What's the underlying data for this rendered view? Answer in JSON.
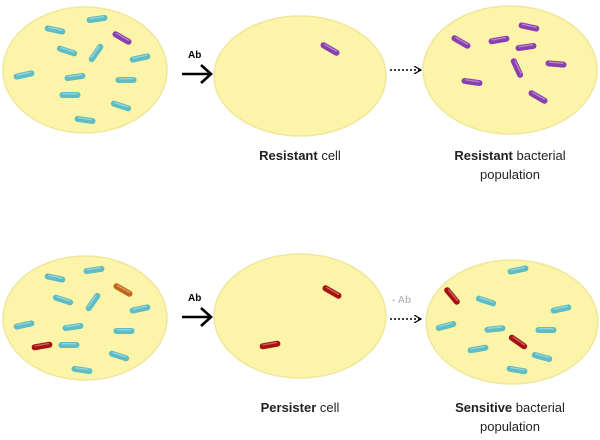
{
  "colors": {
    "dish_fill": "#fbf4a9",
    "dish_stroke": "#efe79c",
    "sensitive": "#5ebcc4",
    "resistant": "#8a3fb0",
    "orange": "#c3661c",
    "persister": "#a8110f",
    "arrow_solid": "#000000",
    "arrow_dotted": "#000000",
    "minus_ab": "#bdbdbd"
  },
  "row1": {
    "arrow_label": "Ab",
    "middle_label": {
      "bold": "Resistant",
      "rest": " cell"
    },
    "right_label": {
      "bold": "Resistant",
      "rest": " bacterial",
      "line2": "population"
    }
  },
  "row2": {
    "arrow_label": "Ab",
    "dotted_label": "- Ab",
    "middle_label": {
      "bold": "Persister",
      "rest": " cell"
    },
    "right_label": {
      "bold": "Sensitive",
      "rest": " bacterial",
      "line2": "population"
    }
  }
}
